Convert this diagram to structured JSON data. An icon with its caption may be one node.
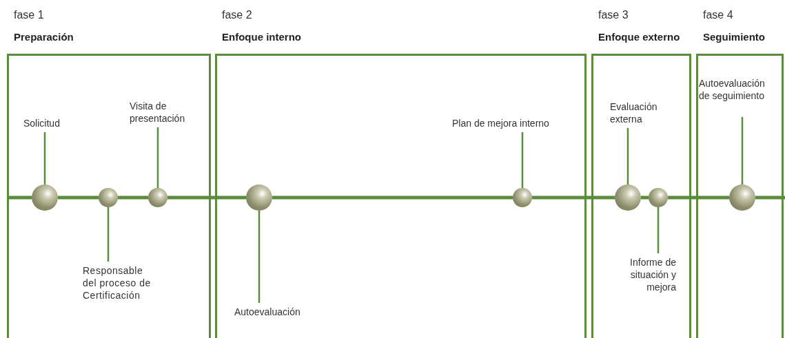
{
  "diagram": {
    "nodes": [
      {
        "text": [
          "fase 1",
          "Preparación"
        ]
      },
      {
        "text": [
          "Solicitud"
        ],
        "in": 0
      },
      {
        "text": [
          "Visita de presentación"
        ],
        "in": 0
      },
      {
        "text": [],
        "shape": "circle",
        "in": 0
      },
      {
        "text": [],
        "shape": "circle",
        "in": 0
      },
      {
        "text": [],
        "shape": "circle",
        "in": 0
      },
      {
        "text": [
          "Responsable del proceso de Certificación"
        ],
        "in": 0
      },
      {
        "text": [
          "fase 2",
          "Enfoque interno"
        ]
      },
      {
        "text": [
          "Plan de mejora interno"
        ],
        "in": 7
      },
      {
        "text": [],
        "shape": "circle",
        "in": 7
      },
      {
        "text": [],
        "shape": "circle",
        "in": 7
      },
      {
        "text": [
          "Autoevaluación"
        ],
        "in": 7
      },
      {
        "text": [
          "fase 3",
          "Enfoque externo"
        ]
      },
      {
        "text": [
          "Evaluación externa"
        ],
        "in": 12
      },
      {
        "text": [],
        "shape": "circle",
        "in": 12
      },
      {
        "text": [],
        "shape": "circle",
        "in": 12
      },
      {
        "text": [
          "Informe de situación y mejora"
        ],
        "in": 12
      },
      {
        "text": [
          "fase 4",
          "Seguimiento"
        ]
      },
      {
        "text": [
          "Autoevaluación de seguimiento"
        ],
        "in": 17
      },
      {
        "text": [],
        "shape": "circle",
        "in": 17
      }
    ],
    "edges": [
      {
        "from": 1,
        "to": 3,
        "arrow": "none"
      },
      {
        "from": 2,
        "to": 5,
        "arrow": "none"
      },
      {
        "from": 6,
        "to": 4,
        "arrow": "none"
      },
      {
        "from": 8,
        "to": 10,
        "arrow": "none"
      },
      {
        "from": 11,
        "to": 9,
        "arrow": "none"
      },
      {
        "from": 13,
        "to": 14,
        "arrow": "none"
      },
      {
        "from": 16,
        "to": 15,
        "arrow": "none"
      },
      {
        "from": 18,
        "to": 19,
        "arrow": "none"
      },
      {
        "from": null,
        "to": 3,
        "arrow": "none"
      },
      {
        "from": 3,
        "to": 4,
        "arrow": "none"
      },
      {
        "from": 4,
        "to": 5,
        "arrow": "none"
      },
      {
        "from": 5,
        "to": 9,
        "arrow": "none"
      },
      {
        "from": 9,
        "to": 10,
        "arrow": "none"
      },
      {
        "from": 10,
        "to": 14,
        "arrow": "none"
      },
      {
        "from": 14,
        "to": 15,
        "arrow": "none"
      },
      {
        "from": 15,
        "to": 19,
        "arrow": "none"
      },
      {
        "from": 19,
        "to": null,
        "arrow": "none"
      }
    ]
  }
}
